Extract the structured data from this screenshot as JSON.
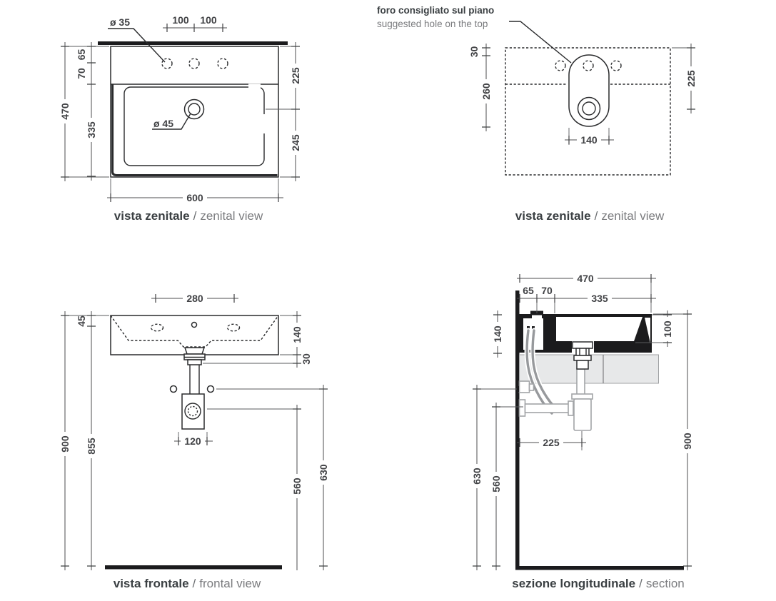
{
  "colors": {
    "line": "#1b1b1d",
    "dim_line": "#4c4d4f",
    "dim_text": "#414245",
    "caption_dark": "#3b4043",
    "caption_gray": "#7b7c7f",
    "hose_gray": "#97999c",
    "plumbing_gray": "#a2a4a7",
    "counter_fill": "#e7e8e9"
  },
  "views": {
    "plan_left": {
      "caption_it": "vista zenitale",
      "caption_sep": "/",
      "caption_en": "zenital view",
      "dims": {
        "faucet_hole_diameter": "ø 35",
        "hole_spacing_left": "100",
        "hole_spacing_right": "100",
        "back_edge_to_holes": "65",
        "holes_to_basin": "70",
        "total_depth": "470",
        "basin_depth": "335",
        "back_to_drain": "225",
        "drain_to_front": "245",
        "drain_diameter": "ø 45",
        "total_width": "600"
      }
    },
    "plan_right": {
      "caption_it": "vista zenitale",
      "caption_sep": "/",
      "caption_en": "zenital view",
      "note_it": "foro consigliato sul piano",
      "note_en": "suggested hole on the top",
      "dims": {
        "edge_to_cutout": "30",
        "cutout_length": "260",
        "edge_to_drain": "225",
        "cutout_width": "140"
      }
    },
    "front": {
      "caption_it": "vista frontale",
      "caption_sep": "/",
      "caption_en": "frontal view",
      "dims": {
        "hole_spacing": "280",
        "top_to_holes": "45",
        "body_height": "140",
        "drain_drop": "30",
        "floor_to_rim": "900",
        "floor_to_holes": "855",
        "trap_width": "120",
        "floor_to_outlet": "560",
        "floor_to_fixings": "630"
      }
    },
    "section": {
      "caption_it": "sezione longitudinale",
      "caption_sep": "/",
      "caption_en": "section",
      "dims": {
        "total_depth": "470",
        "wall_to_holes": "65",
        "holes_to_basin": "70",
        "basin_depth": "335",
        "body_height": "140",
        "basin_inner_depth": "100",
        "wall_to_trap": "225",
        "floor_to_fixings": "630",
        "floor_to_outlet": "560",
        "floor_to_rim": "900"
      }
    }
  }
}
